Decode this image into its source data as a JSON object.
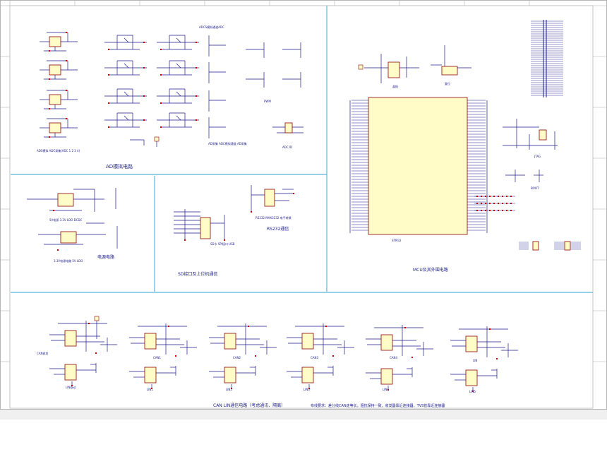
{
  "sheet": {
    "background": "#ffffff",
    "frame_color": "#b4b4b4",
    "divider_color": "#5ab4dc",
    "wire_color": "#1a1a8c",
    "part_fill": "#fffcc8",
    "part_stroke": "#8c0000",
    "pin_color": "#c80000",
    "text_color": "#1a1a8c"
  },
  "sections": {
    "ad": {
      "title": "AD模拟电路",
      "top_note": "ADCS模拟通道ADC",
      "left_note": "ADS模拟  ADC采集(ADC 1 2 3 4)",
      "mid_note": "AD采集  ADC模拟通道  AD采集",
      "right_note_1": "PWM",
      "right_note_2": "ADC  ID"
    },
    "power": {
      "title": "电源电路",
      "note_1": "5V电源  3.3V  LDO  DCDC",
      "note_2": "3.3V电源电路  5V  LDO"
    },
    "sd": {
      "title": "SD接口及上位机通信",
      "note": "SD卡  SPI接口  USB"
    },
    "rs232": {
      "title": "RS232通信",
      "note": "RS232  MAX3232 电平转换"
    },
    "mcu": {
      "title": "MCU及其外围电路",
      "chip_label": "STM32",
      "osc_label_1": "晶振",
      "osc_label_2": "复位",
      "reset_note": "JTAG",
      "boot_note": "BOOT"
    },
    "can": {
      "title": "CAN LIN通信电路（考虑通讯、隔离）",
      "note": "布线要求：差分线CAN走等长，阻抗保持一致，收发器靠近连接器，TVS管靠近连接器",
      "channel_labels": [
        "CAN收发",
        "CAN1",
        "CAN2",
        "CAN3",
        "CAN4",
        "LIN"
      ],
      "driver_labels": [
        "LIN驱动",
        "LIN1",
        "LIN2",
        "LIN3",
        "LIN4",
        "LIN5"
      ]
    }
  }
}
